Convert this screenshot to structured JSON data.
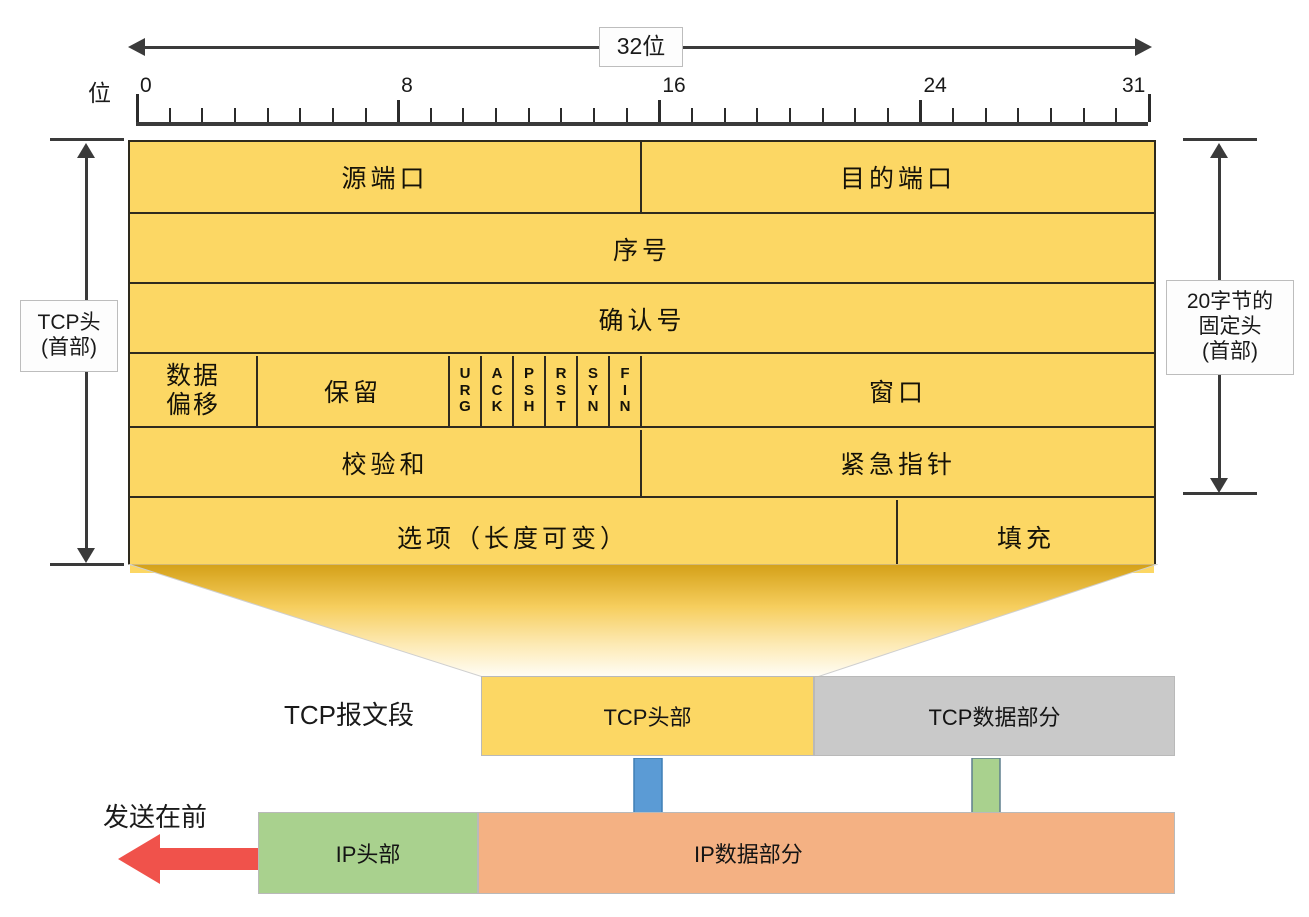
{
  "diagram": {
    "title_span_label": "32位",
    "bit_axis_label": "位",
    "ruler": {
      "numbers": [
        {
          "value": "0",
          "bit": 0
        },
        {
          "value": "8",
          "bit": 8
        },
        {
          "value": "16",
          "bit": 16
        },
        {
          "value": "24",
          "bit": 24
        },
        {
          "value": "31",
          "bit": 31
        }
      ],
      "total_bits": 32
    },
    "left_bracket_label_line1": "TCP头",
    "left_bracket_label_line2": "(首部)",
    "right_bracket_label_line1": "20字节的",
    "right_bracket_label_line2": "固定头",
    "right_bracket_label_line3": "(首部)",
    "header_rows": [
      {
        "name": "ports-row",
        "cells": [
          {
            "label": "源端口",
            "bits": 16,
            "name": "source-port"
          },
          {
            "label": "目的端口",
            "bits": 16,
            "name": "destination-port"
          }
        ]
      },
      {
        "name": "sequence-row",
        "cells": [
          {
            "label": "序号",
            "bits": 32,
            "name": "sequence-number"
          }
        ]
      },
      {
        "name": "ack-row",
        "cells": [
          {
            "label": "确认号",
            "bits": 32,
            "name": "acknowledgement-number"
          }
        ]
      },
      {
        "name": "flags-row",
        "cells": [
          {
            "label": "数据\n偏移",
            "bits": 4,
            "name": "data-offset"
          },
          {
            "label": "保留",
            "bits": 6,
            "name": "reserved"
          },
          {
            "label": "URG",
            "bits": 1,
            "name": "flag-urg"
          },
          {
            "label": "ACK",
            "bits": 1,
            "name": "flag-ack"
          },
          {
            "label": "PSH",
            "bits": 1,
            "name": "flag-psh"
          },
          {
            "label": "RST",
            "bits": 1,
            "name": "flag-rst"
          },
          {
            "label": "SYN",
            "bits": 1,
            "name": "flag-syn"
          },
          {
            "label": "FIN",
            "bits": 1,
            "name": "flag-fin"
          },
          {
            "label": "窗口",
            "bits": 16,
            "name": "window"
          }
        ]
      },
      {
        "name": "checksum-row",
        "cells": [
          {
            "label": "校验和",
            "bits": 16,
            "name": "checksum"
          },
          {
            "label": "紧急指针",
            "bits": 16,
            "name": "urgent-pointer"
          }
        ]
      },
      {
        "name": "options-row",
        "cells": [
          {
            "label": "选项（长度可变）",
            "bits": 24,
            "name": "options"
          },
          {
            "label": "填充",
            "bits": 8,
            "name": "padding"
          }
        ]
      }
    ],
    "segment": {
      "row_label": "TCP报文段",
      "header_label": "TCP头部",
      "data_label": "TCP数据部分"
    },
    "ip_layer": {
      "send_first_label": "发送在前",
      "header_label": "IP头部",
      "data_label": "IP数据部分"
    },
    "cell_texts": {
      "source_port": "源端口",
      "destination_port": "目的端口",
      "sequence": "序号",
      "ack": "确认号",
      "data_offset_l1": "数据",
      "data_offset_l2": "偏移",
      "reserved": "保留",
      "urg": "URG",
      "ack_flag": "ACK",
      "psh": "PSH",
      "rst": "RST",
      "syn": "SYN",
      "fin": "FIN",
      "window": "窗口",
      "checksum": "校验和",
      "urgent_pointer": "紧急指针",
      "options": "选项（长度可变）",
      "padding": "填充"
    },
    "colors": {
      "header_yellow": "#FCD764",
      "segment_gray": "#C9C9C9",
      "ip_header_green": "#A9D18E",
      "ip_data_orange": "#F4B183",
      "blue_arrow": "#5B9BD5",
      "green_arrow": "#A9D18E",
      "red_arrow": "#F0524B",
      "border_dark": "#2E2A1E"
    }
  }
}
